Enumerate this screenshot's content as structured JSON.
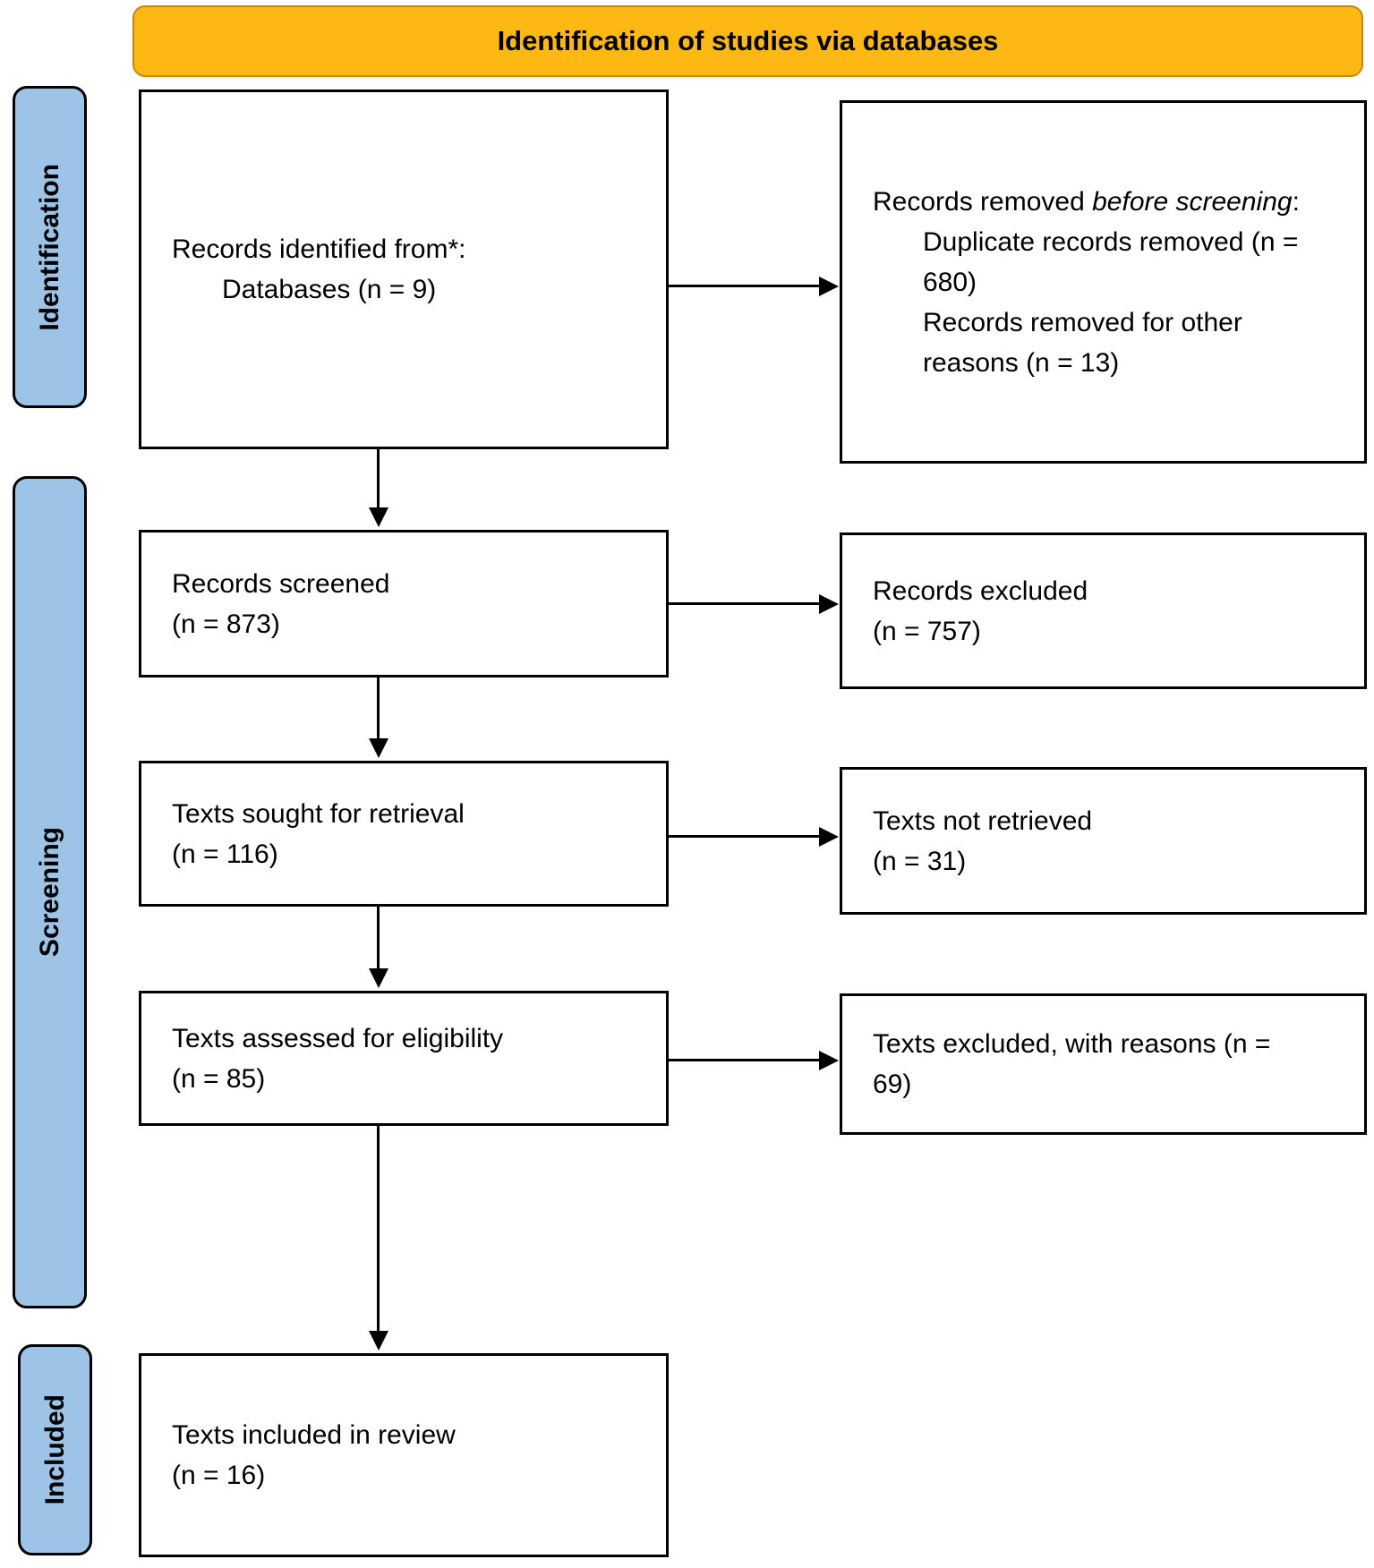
{
  "banner": {
    "title": "Identification of studies via databases"
  },
  "stages": [
    {
      "label": "Identification"
    },
    {
      "label": "Screening"
    },
    {
      "label": "Included"
    }
  ],
  "boxes": {
    "identified": {
      "line1": "Records identified from*:",
      "line2": "Databases (n = 9)"
    },
    "removed": {
      "lead": "Records removed ",
      "lead_italic": "before screening",
      "lead_suffix": ":",
      "items": [
        "Duplicate records removed (n = 680)",
        "Records removed for other reasons (n = 13)"
      ]
    },
    "screened": {
      "line1": "Records screened",
      "line2": "(n = 873)"
    },
    "excluded": {
      "line1": "Records excluded",
      "line2": "(n = 757)"
    },
    "sought": {
      "line1": "Texts sought for retrieval",
      "line2": "(n = 116)"
    },
    "not_retrieved": {
      "line1": "Texts not retrieved",
      "line2": "(n = 31)"
    },
    "assessed": {
      "line1": "Texts assessed for eligibility",
      "line2": "(n = 85)"
    },
    "excluded_reasons": {
      "text": "Texts excluded, with reasons (n = 69)"
    },
    "included": {
      "line1": "Texts included in review",
      "line2": "(n = 16)"
    }
  },
  "colors": {
    "banner_bg": "#FDB813",
    "banner_border": "#C8860B",
    "stage_bg": "#9DC3E6",
    "box_border": "#000000"
  }
}
